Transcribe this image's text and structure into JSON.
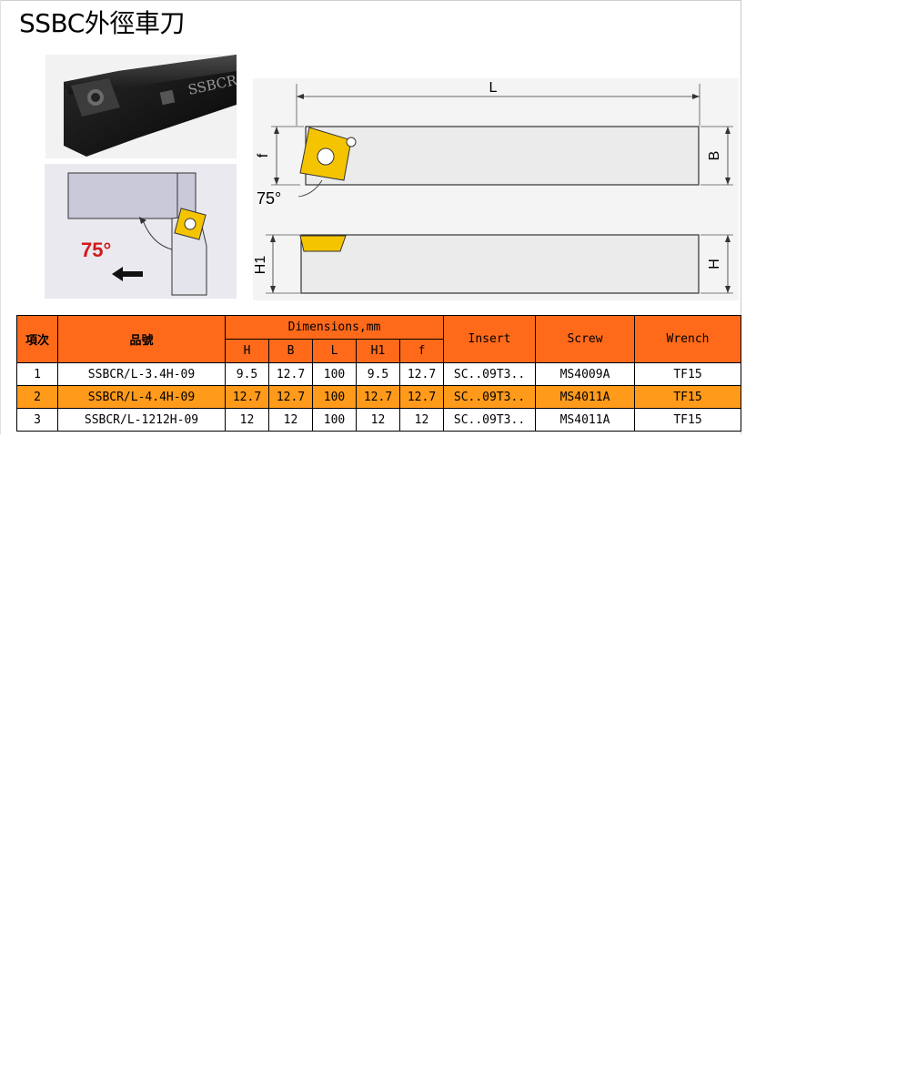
{
  "title": "SSBC外徑車刀",
  "photo": {
    "tool_marking": "SSBCR"
  },
  "sketch": {
    "angle": "75°"
  },
  "drawing": {
    "labels": {
      "L": "L",
      "B": "B",
      "f": "f",
      "angle": "75°",
      "H1": "H1",
      "H": "H"
    }
  },
  "table": {
    "headers": {
      "item": "項次",
      "part_no": "品號",
      "dimensions": "Dimensions,mm",
      "insert": "Insert",
      "screw": "Screw",
      "wrench": "Wrench",
      "dims": [
        "H",
        "B",
        "L",
        "H1",
        "f"
      ]
    },
    "rows": [
      {
        "item": "1",
        "part_no": "SSBCR/L-3.4H-09",
        "H": "9.5",
        "B": "12.7",
        "L": "100",
        "H1": "9.5",
        "f": "12.7",
        "insert": "SC..09T3..",
        "screw": "MS4009A",
        "wrench": "TF15"
      },
      {
        "item": "2",
        "part_no": "SSBCR/L-4.4H-09",
        "H": "12.7",
        "B": "12.7",
        "L": "100",
        "H1": "12.7",
        "f": "12.7",
        "insert": "SC..09T3..",
        "screw": "MS4011A",
        "wrench": "TF15"
      },
      {
        "item": "3",
        "part_no": "SSBCR/L-1212H-09",
        "H": "12",
        "B": "12",
        "L": "100",
        "H1": "12",
        "f": "12",
        "insert": "SC..09T3..",
        "screw": "MS4011A",
        "wrench": "TF15"
      }
    ]
  },
  "colors": {
    "header": "#ff6a1a",
    "highlight_row": "#ff9a1a",
    "insert_yellow": "#f5c400"
  }
}
